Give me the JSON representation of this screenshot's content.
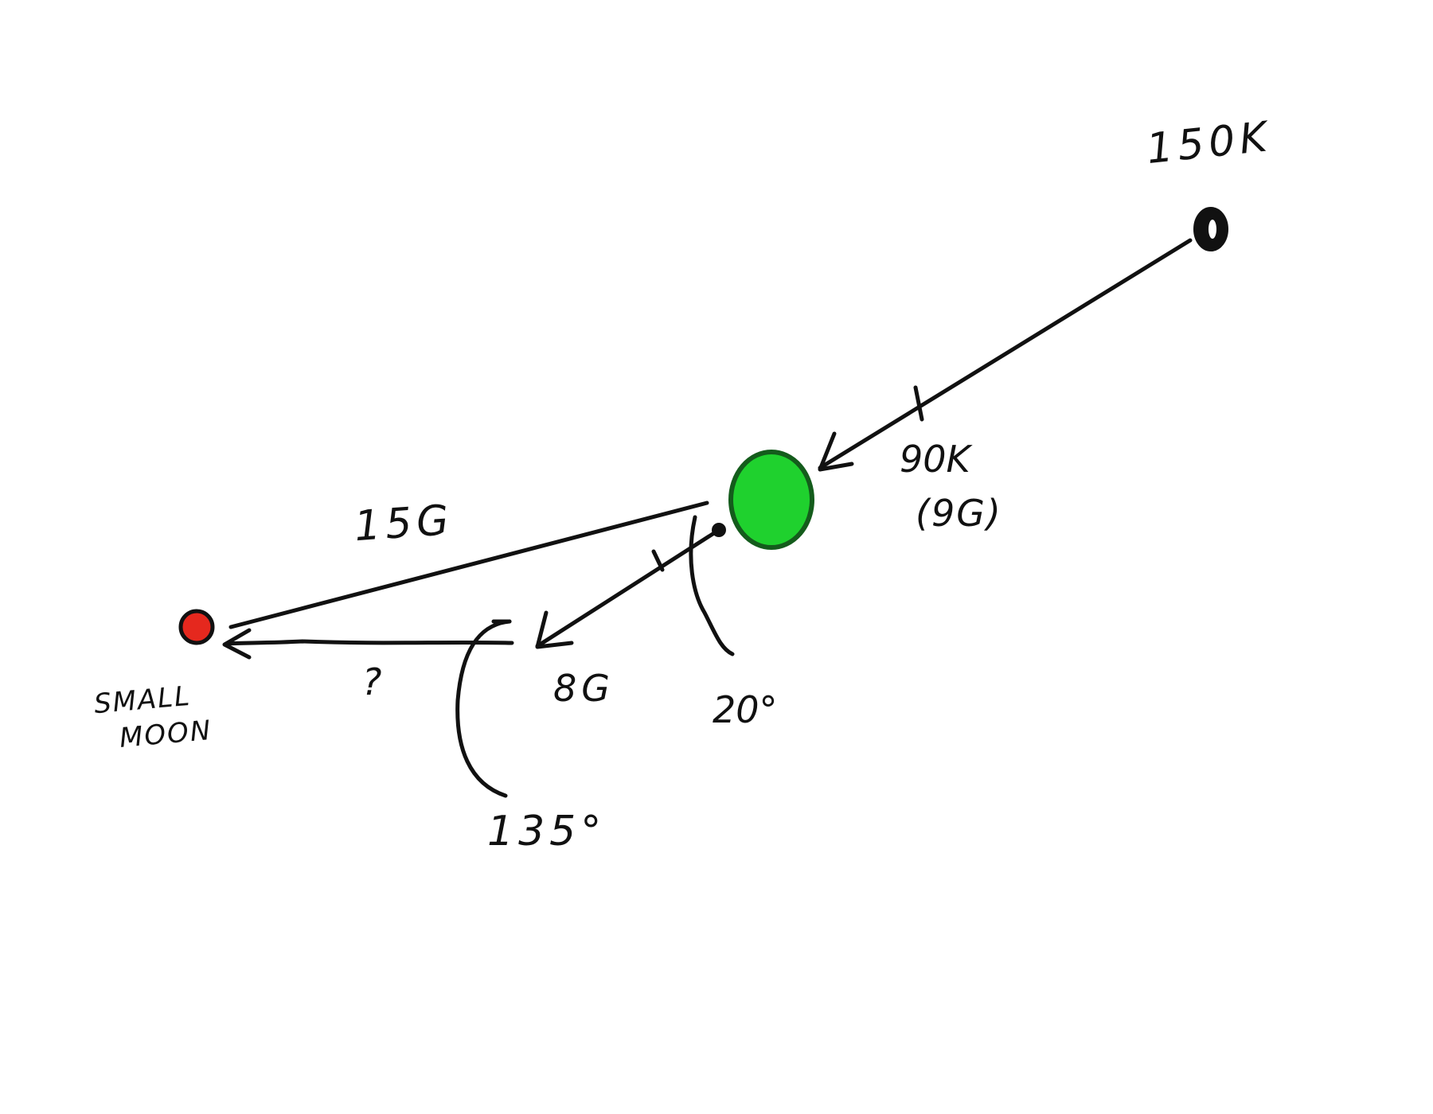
{
  "diagram": {
    "type": "hand-drawn orbital transfer sketch",
    "nodes": {
      "far_body": {
        "label": "150K",
        "color": "#111111"
      },
      "planet": {
        "color": "#1fd12e",
        "outline": "#145c1c"
      },
      "probe": {
        "color": "#111111"
      },
      "moon": {
        "label_line1": "SMALL",
        "label_line2": "MOON",
        "color": "#e5281e",
        "outline": "#111111"
      }
    },
    "edges": {
      "approach": {
        "label_top": "90K",
        "label_bottom": "(9G)"
      },
      "planet_to_moon": {
        "label": "15G"
      },
      "departure": {
        "label": "8G"
      },
      "to_moon": {
        "label": "?"
      }
    },
    "angles": {
      "departure_angle": "20°",
      "turn_angle": "135°"
    }
  }
}
